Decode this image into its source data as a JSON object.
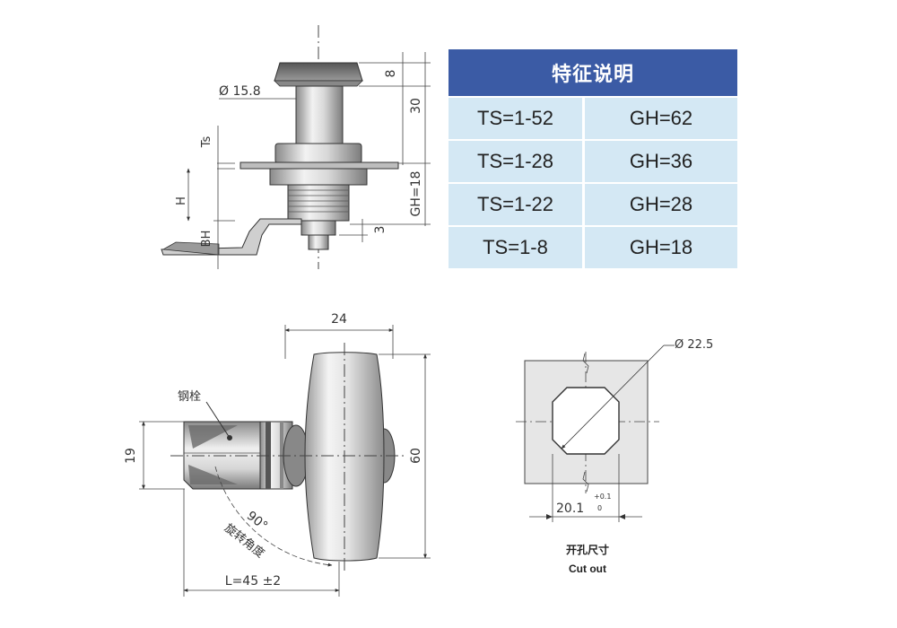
{
  "table": {
    "title": "特征说明",
    "rows": [
      {
        "ts": "TS=1-52",
        "gh": "GH=62"
      },
      {
        "ts": "TS=1-28",
        "gh": "GH=36"
      },
      {
        "ts": "TS=1-22",
        "gh": "GH=28"
      },
      {
        "ts": "TS=1-8",
        "gh": "GH=18"
      }
    ]
  },
  "side_view": {
    "dia_label": "Ø 15.8",
    "ts_label": "Ts",
    "h_label": "H",
    "bh_label": "BH",
    "dim_8": "8",
    "dim_30": "30",
    "gh_label": "GH=18",
    "dim_3": "3"
  },
  "front_view": {
    "dim_24": "24",
    "dim_19": "19",
    "dim_60": "60",
    "steel_pin": "钢栓",
    "angle": "90°",
    "rotation": "旋转角度",
    "length": "L=45 ±2"
  },
  "cutout": {
    "dia_label": "Ø 22.5",
    "width_label": "20.1",
    "tol_plus": "+0.1",
    "tol_zero": "0",
    "title_cn": "开孔尺寸",
    "title_en": "Cut out"
  }
}
